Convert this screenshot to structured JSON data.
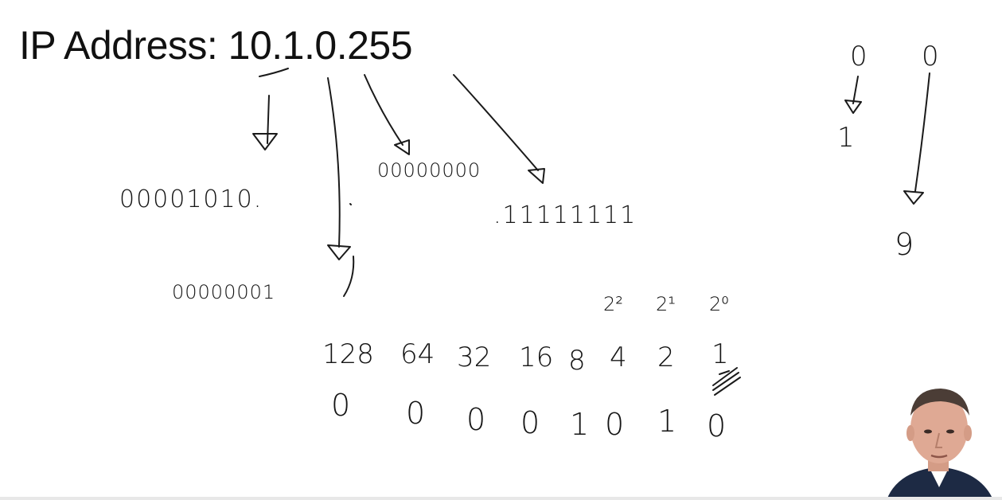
{
  "header": {
    "title": "IP Address: 10.1.0.255"
  },
  "conversion": {
    "octet_1_binary": "00001010.",
    "octet_2_binary": "00000001",
    "octet_3_binary": "00000000",
    "octet_4_binary": ".11111111"
  },
  "place_values": {
    "exponents": [
      "2²",
      "2¹",
      "2⁰"
    ],
    "weights": [
      "128",
      "64",
      "32",
      "16",
      "8",
      "4",
      "2",
      "1"
    ],
    "bits": [
      "0",
      "0",
      "0",
      "0",
      "1",
      "0",
      "1",
      "0"
    ]
  },
  "side_example": {
    "inputs": [
      "0",
      "0"
    ],
    "outputs": [
      "1",
      "9"
    ]
  },
  "colors": {
    "ink": "#1a1a1a",
    "background": "#ffffff"
  },
  "presenter": {
    "icon": "webcam-presenter-icon"
  }
}
